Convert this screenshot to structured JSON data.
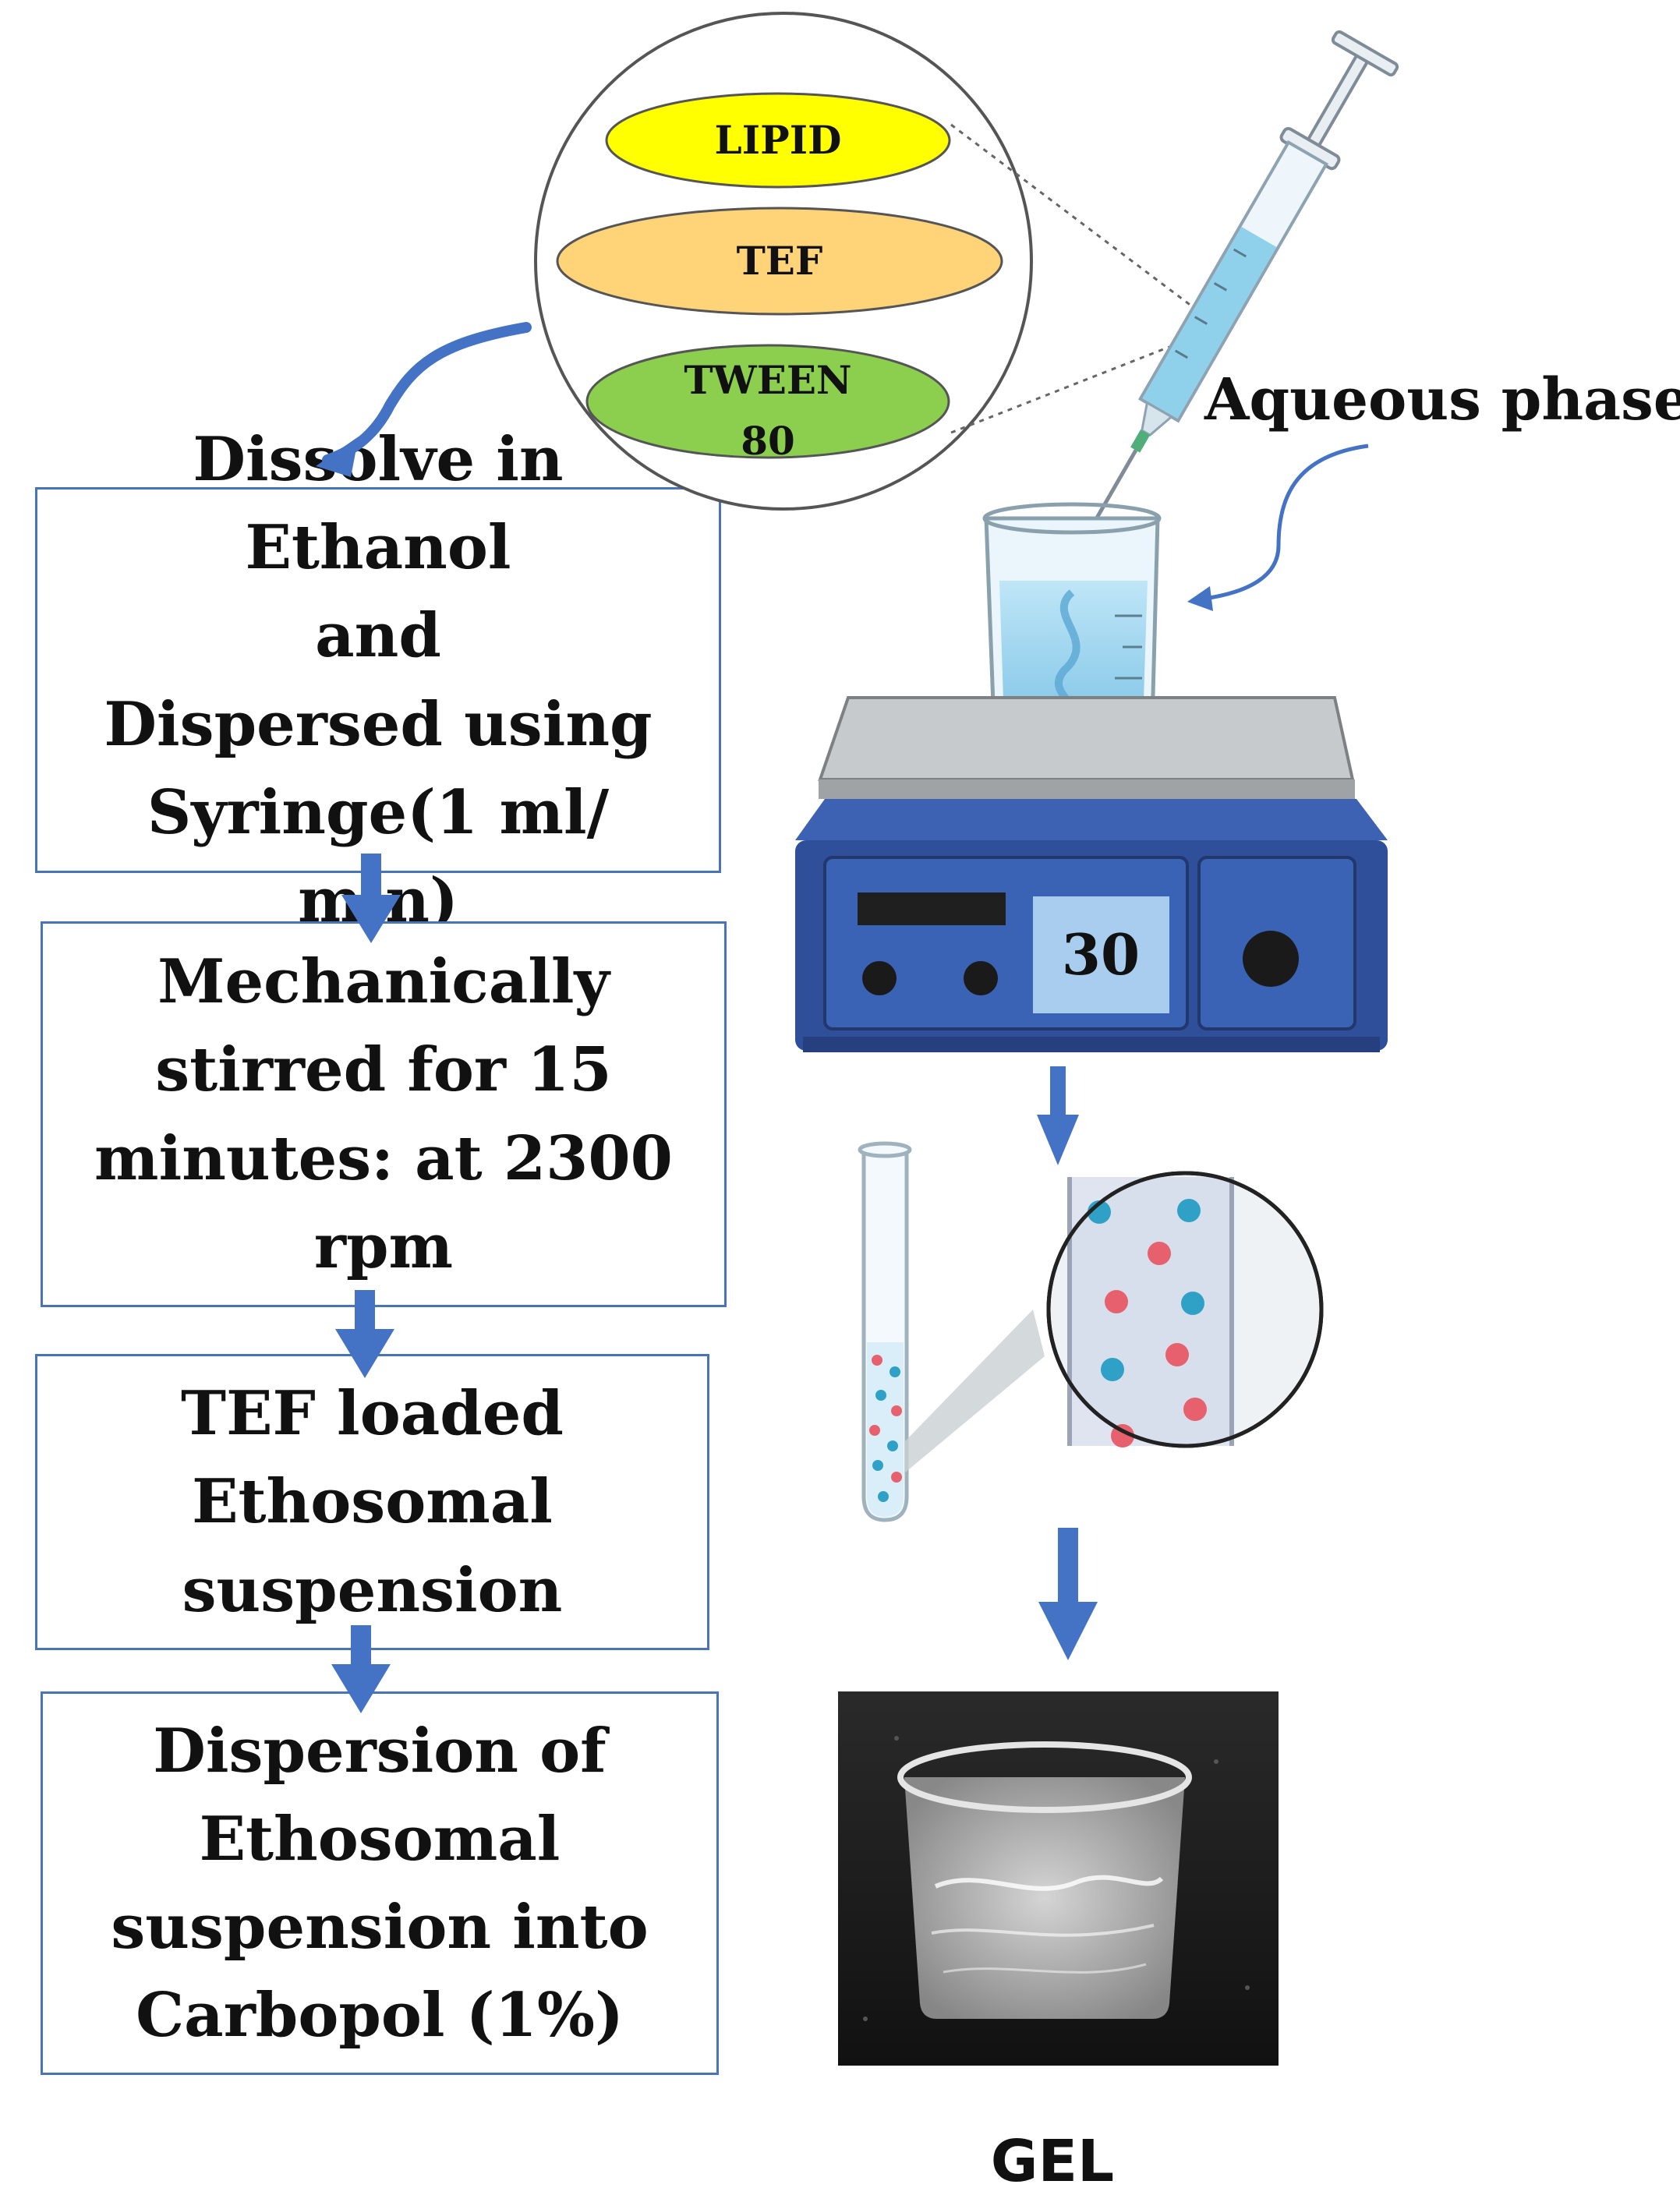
{
  "ingredients": {
    "lipid": "LIPID",
    "tef": "TEF",
    "tween_line1": "TWEEN",
    "tween_line2": "80"
  },
  "aqueous_label": "Aqueous phase",
  "stirrer_display": "30",
  "steps": [
    {
      "lines": [
        "Dissolve in Ethanol",
        "and",
        "Dispersed using",
        "Syringe(1 ml/ min)"
      ]
    },
    {
      "lines": [
        "Mechanically",
        "stirred for 15",
        "minutes: at 2300",
        "rpm"
      ]
    },
    {
      "lines": [
        "TEF loaded",
        "Ethosomal",
        "suspension"
      ]
    },
    {
      "lines": [
        "Dispersion of",
        "Ethosomal",
        "suspension into",
        "Carbopol (1%)"
      ]
    }
  ],
  "gel_label": "GEL",
  "colors": {
    "box_border": "#4a74b8",
    "arrow": "#4472c4",
    "lipid_fill": "#ffff00",
    "tef_fill": "#ffd478",
    "tween_fill": "#8ccf4f",
    "stirrer_body": "#2f4f9a",
    "display_bg": "#a8cdef"
  }
}
